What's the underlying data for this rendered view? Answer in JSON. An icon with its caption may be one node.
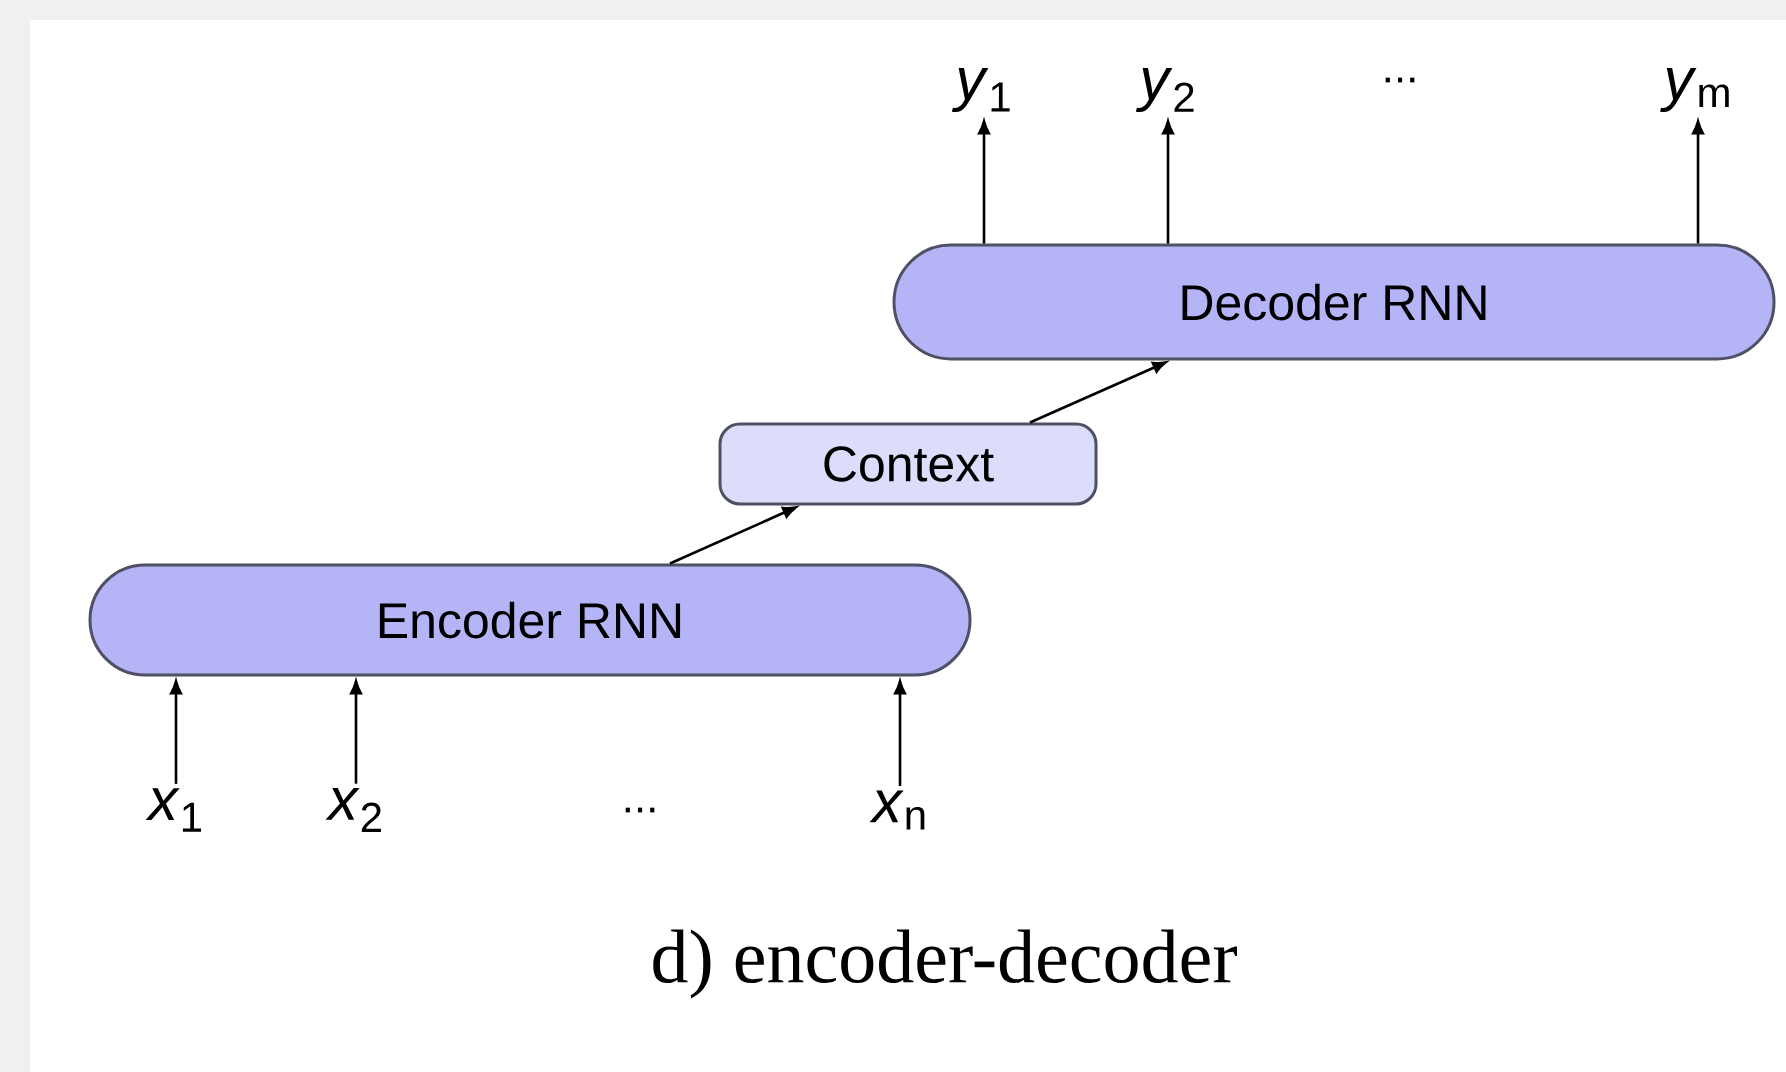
{
  "diagram": {
    "caption": "d) encoder-decoder",
    "nodes": [
      {
        "text": [
          "Encoder RNN"
        ]
      },
      {
        "text": [
          "Context"
        ]
      },
      {
        "text": [
          "Decoder RNN"
        ]
      },
      {
        "text": [
          "*x*$_{1}$"
        ]
      },
      {
        "text": [
          "*x*$_{2}$"
        ]
      },
      {
        "text": [
          "*x*$_{n}$"
        ]
      },
      {
        "text": [
          "*y*$_{1}$"
        ]
      },
      {
        "text": [
          "*y*$_{2}$"
        ]
      },
      {
        "text": [
          "*y*$_{m}$"
        ]
      }
    ],
    "edges": [
      {
        "from": 3,
        "to": 0,
        "arrow": "to"
      },
      {
        "from": 4,
        "to": 0,
        "arrow": "to"
      },
      {
        "from": 5,
        "to": 0,
        "arrow": "to"
      },
      {
        "from": 0,
        "to": 1,
        "arrow": "to"
      },
      {
        "from": 1,
        "to": 2,
        "arrow": "to"
      },
      {
        "from": 2,
        "to": 6,
        "arrow": "to"
      },
      {
        "from": 2,
        "to": 7,
        "arrow": "to"
      },
      {
        "from": 2,
        "to": 8,
        "arrow": "to"
      }
    ],
    "labels": [
      "...",
      "..."
    ]
  }
}
